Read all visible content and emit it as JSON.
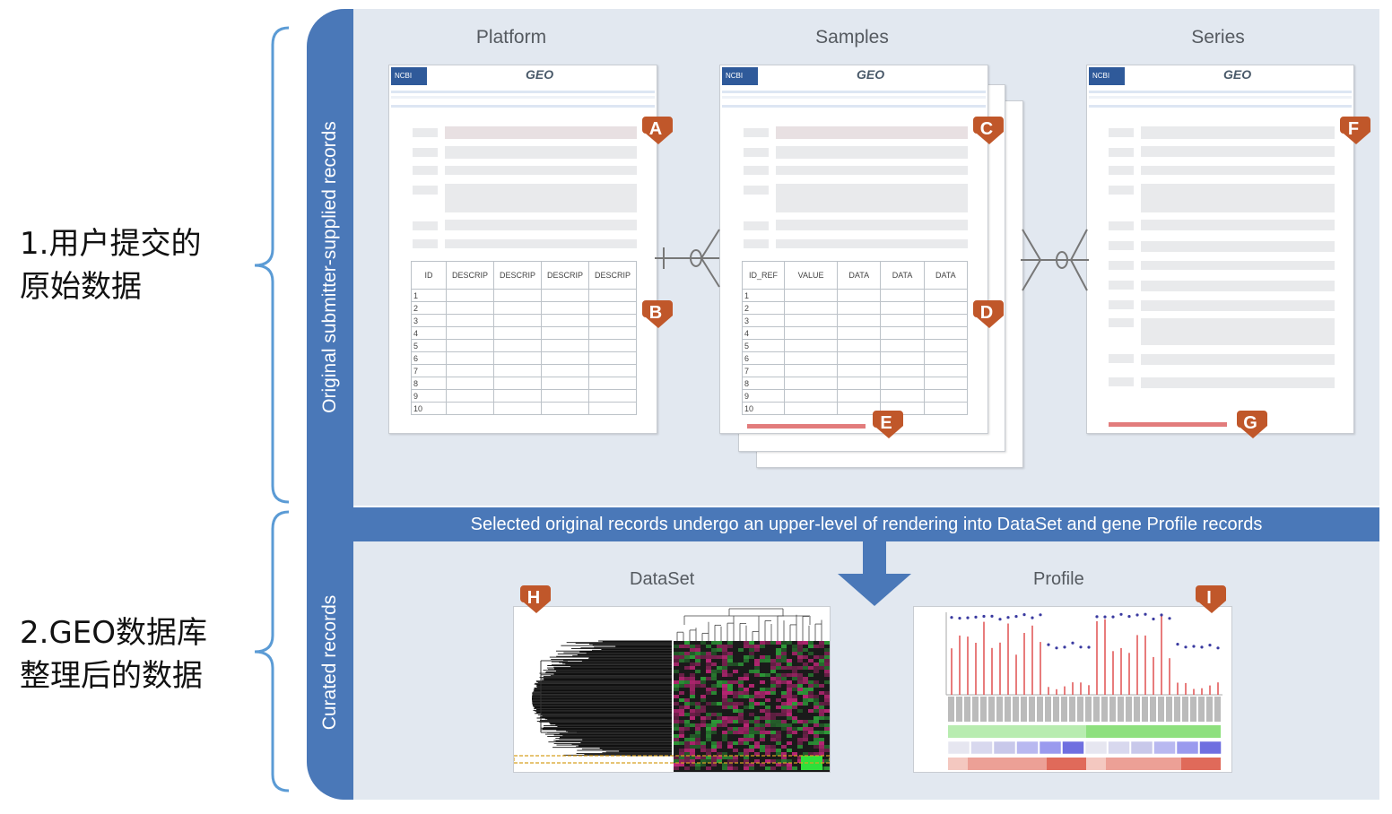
{
  "left_labels": {
    "submitted": [
      "1.用户提交的",
      "原始数据"
    ],
    "curated": [
      "2.GEO数据库",
      "整理后的数据"
    ]
  },
  "bands": {
    "original_label": "Original  submitter-supplied  records",
    "curated_label": "Curated  records",
    "banner": "Selected original records undergo an upper-level of rendering into DataSet and gene Profile records"
  },
  "columns": {
    "platform": "Platform",
    "samples": "Samples",
    "series": "Series"
  },
  "doc_header": {
    "ncbi": "NCBI",
    "geo": "GEO"
  },
  "platform_table": {
    "headers": [
      "ID",
      "DESCRIP",
      "DESCRIP",
      "DESCRIP",
      "DESCRIP"
    ],
    "rows": [
      "1",
      "2",
      "3",
      "4",
      "5",
      "6",
      "7",
      "8",
      "9",
      "10"
    ]
  },
  "samples_table": {
    "headers": [
      "ID_REF",
      "VALUE",
      "DATA",
      "DATA",
      "DATA"
    ],
    "rows": [
      "1",
      "2",
      "3",
      "4",
      "5",
      "6",
      "7",
      "8",
      "9",
      "10"
    ]
  },
  "badges": {
    "a": "A",
    "b": "B",
    "c": "C",
    "d": "D",
    "e": "E",
    "f": "F",
    "g": "G",
    "h": "H",
    "i": "I"
  },
  "curated": {
    "dataset_title": "DataSet",
    "profile_title": "Profile"
  },
  "colors": {
    "band": "#4a78b8",
    "panel": "#e2e8f0",
    "badge": "#c0572a",
    "bracket": "#5b9bd5",
    "bar_red": "#e05050",
    "dot_blue": "#3a3aa0",
    "heat_green": "#2fa33a",
    "heat_magenta": "#c2277a"
  }
}
